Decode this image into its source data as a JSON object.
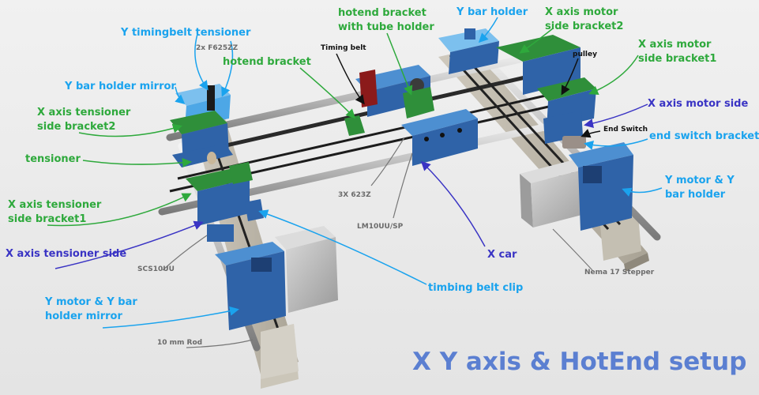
{
  "title": "X Y axis & HotEnd setup",
  "labels": {
    "y_timingbelt_tensioner": "Y timingbelt tensioner",
    "f625zz": "2x F625ZZ",
    "hotend_bracket": "hotend bracket",
    "timing_belt": "Timing belt",
    "hotend_bracket_tube_l1": "hotend bracket",
    "hotend_bracket_tube_l2": "with tube holder",
    "y_bar_holder": "Y bar holder",
    "x_motor_bracket2_l1": "X axis motor",
    "x_motor_bracket2_l2": "side bracket2",
    "x_motor_bracket1_l1": "X axis motor",
    "x_motor_bracket1_l2": "side bracket1",
    "pulley": "pulley",
    "y_bar_holder_mirror": "Y bar holder mirror",
    "x_tens_bracket2_l1": "X axis tensioner",
    "x_tens_bracket2_l2": "side bracket2",
    "x_motor_side": "X axis motor side",
    "end_switch": "End Switch",
    "end_switch_bracket": "end switch bracket",
    "tensioner": "tensioner",
    "x_tens_bracket1_l1": "X axis tensioner",
    "x_tens_bracket1_l2": "side bracket1",
    "y_motor_holder_l1": "Y motor & Y",
    "y_motor_holder_l2": "bar holder",
    "bearing_623z": "3X 623Z",
    "lm10uu": "LM10UU/SP",
    "x_tensioner_side": "X axis tensioner side",
    "x_car": "X car",
    "scs10uu": "SCS10UU",
    "timing_belt_clip": "timbing belt clip",
    "nema17": "Nema 17 Stepper",
    "y_motor_mirror_l1": "Y motor & Y bar",
    "y_motor_mirror_l2": "holder mirror",
    "rod_10mm": "10 mm Rod"
  },
  "colors": {
    "green_label": "#2ea93c",
    "cyan_label": "#1aa3ee",
    "navy_label": "#3a34c4",
    "title": "#5b7fd1",
    "part_blue": "#2f63a8",
    "part_green": "#2f8f3a",
    "part_lightblue": "#7cc0ee",
    "motor_gray": "#b9b9b9"
  }
}
